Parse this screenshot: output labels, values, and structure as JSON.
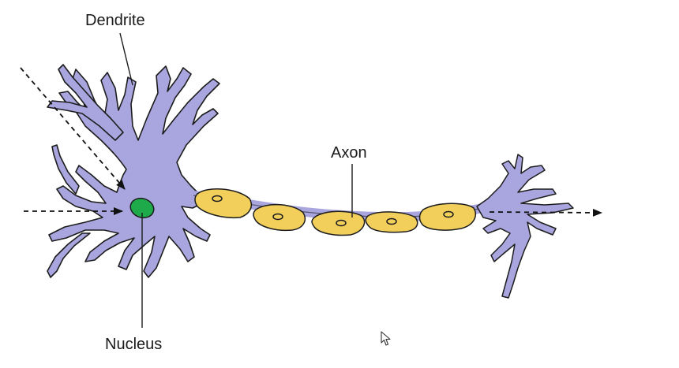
{
  "labels": {
    "dendrite": "Dendrite",
    "axon": "Axon",
    "nucleus": "Nucleus"
  },
  "colors": {
    "cell_body": "#a9a6df",
    "cell_outline": "#1c1c1c",
    "myelin": "#f2cf5b",
    "nucleus": "#1ea94a",
    "arrow": "#111111"
  },
  "icons": {
    "cursor": "mouse-pointer-icon"
  }
}
